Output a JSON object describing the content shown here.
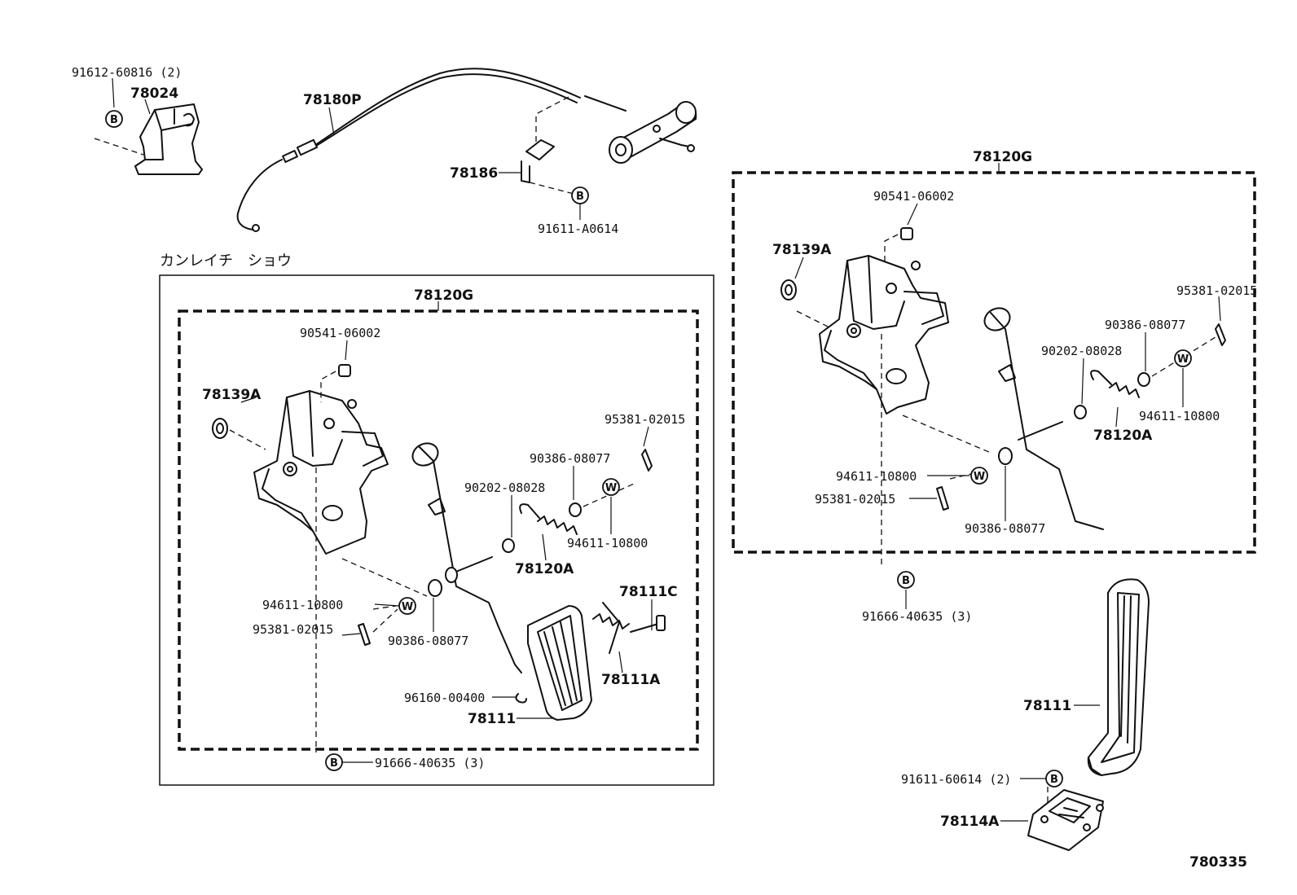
{
  "section_header": "カンレイチ　ショウ",
  "diagram_id": "780335",
  "symbols": {
    "b": "B",
    "w": "W"
  },
  "top": {
    "bracket_bolt": "91612-60816 (2)",
    "bracket": "78024",
    "cable": "78180P",
    "clamp": "78186",
    "clamp_bolt": "91611-A0614"
  },
  "left_assembly": {
    "assembly": "78120G",
    "bolt": "90541-06002",
    "bushing": "78139A",
    "cotter_pin_top": "95381-02015",
    "bushing_top": "90386-08077",
    "washer_small": "90202-08028",
    "washer_top": "94611-10800",
    "spring": "78120A",
    "washer_bottom": "94611-10800",
    "cotter_pin_bottom": "95381-02015",
    "bushing_bottom": "90386-08077",
    "pedal_bolt": "78111C",
    "pedal_spring": "78111A",
    "e_ring": "96160-00400",
    "pedal": "78111",
    "mount_bolt": "91666-40635 (3)"
  },
  "right_assembly": {
    "assembly": "78120G",
    "bolt": "90541-06002",
    "bushing": "78139A",
    "cotter_pin_top": "95381-02015",
    "bushing_top": "90386-08077",
    "washer_small": "90202-08028",
    "washer_top": "94611-10800",
    "spring": "78120A",
    "washer_bottom": "94611-10800",
    "cotter_pin_bottom": "95381-02015",
    "bushing_bottom": "90386-08077",
    "mount_bolt": "91666-40635 (3)"
  },
  "right_lower": {
    "pedal": "78111",
    "pad_bolt": "91611-60614 (2)",
    "pad": "78114A"
  }
}
